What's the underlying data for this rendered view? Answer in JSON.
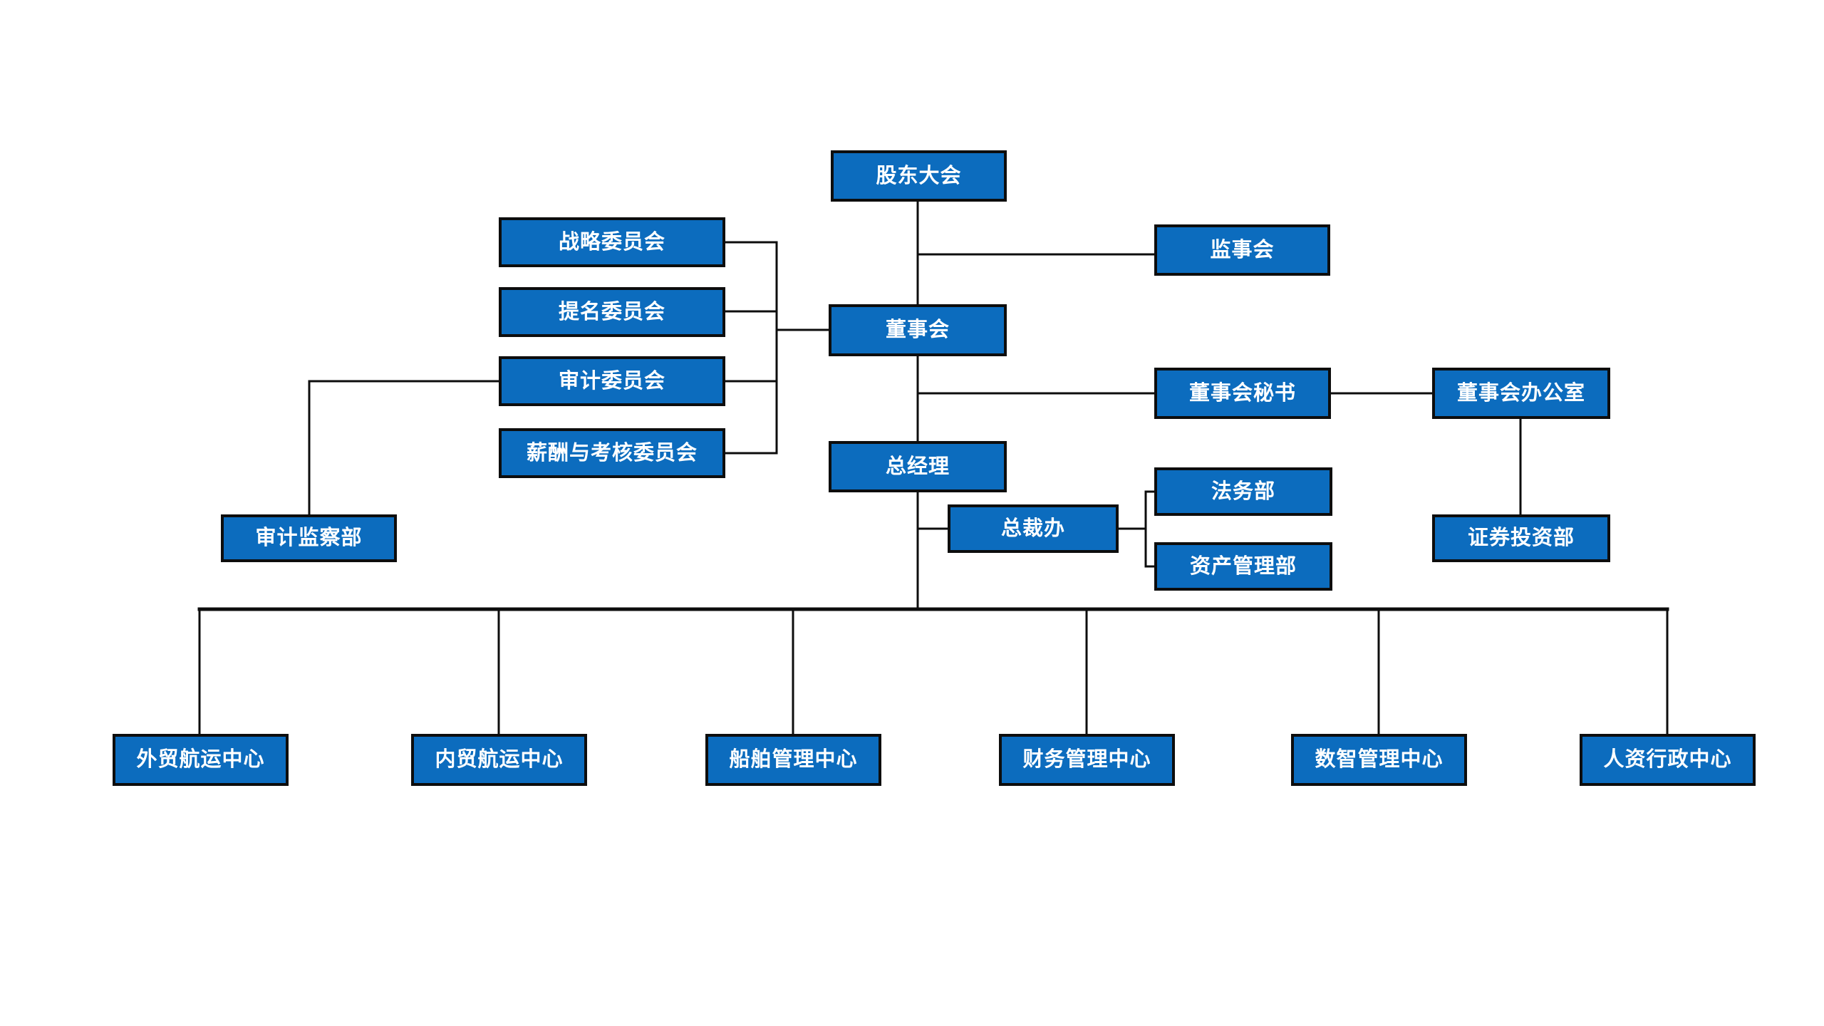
{
  "chart": {
    "type": "org-chart",
    "title": "",
    "background_color": "#ffffff",
    "node_fill_color": "#0c6cbe",
    "node_border_color": "#0d0d0d",
    "node_text_color": "#ffffff",
    "connector_color": "#0d0d0d"
  },
  "nodes": {
    "shareholders_meeting": {
      "label": "股东大会"
    },
    "board_of_supervisors": {
      "label": "监事会"
    },
    "board_of_directors": {
      "label": "董事会"
    },
    "strategy_committee": {
      "label": "战略委员会"
    },
    "nomination_committee": {
      "label": "提名委员会"
    },
    "audit_committee": {
      "label": "审计委员会"
    },
    "remuneration_committee": {
      "label": "薪酬与考核委员会"
    },
    "audit_supervision_dept": {
      "label": "审计监察部"
    },
    "board_secretary": {
      "label": "董事会秘书"
    },
    "board_office": {
      "label": "董事会办公室"
    },
    "securities_investment_dept": {
      "label": "证券投资部"
    },
    "general_manager": {
      "label": "总经理"
    },
    "presidents_office": {
      "label": "总裁办"
    },
    "legal_affairs_dept": {
      "label": "法务部"
    },
    "asset_management_dept": {
      "label": "资产管理部"
    },
    "foreign_trade_shipping_center": {
      "label": "外贸航运中心"
    },
    "domestic_trade_shipping_center": {
      "label": "内贸航运中心"
    },
    "ship_management_center": {
      "label": "船舶管理中心"
    },
    "financial_management_center": {
      "label": "财务管理中心"
    },
    "digital_intelligence_center": {
      "label": "数智管理中心"
    },
    "hr_administration_center": {
      "label": "人资行政中心"
    }
  },
  "relationships": [
    {
      "from": "shareholders_meeting",
      "to": "board_of_supervisors"
    },
    {
      "from": "shareholders_meeting",
      "to": "board_of_directors"
    },
    {
      "from": "board_of_directors",
      "to": "strategy_committee"
    },
    {
      "from": "board_of_directors",
      "to": "nomination_committee"
    },
    {
      "from": "board_of_directors",
      "to": "audit_committee"
    },
    {
      "from": "board_of_directors",
      "to": "remuneration_committee"
    },
    {
      "from": "audit_committee",
      "to": "audit_supervision_dept"
    },
    {
      "from": "board_of_directors",
      "to": "board_secretary"
    },
    {
      "from": "board_secretary",
      "to": "board_office"
    },
    {
      "from": "board_office",
      "to": "securities_investment_dept"
    },
    {
      "from": "board_of_directors",
      "to": "general_manager"
    },
    {
      "from": "general_manager",
      "to": "presidents_office"
    },
    {
      "from": "presidents_office",
      "to": "legal_affairs_dept"
    },
    {
      "from": "presidents_office",
      "to": "asset_management_dept"
    },
    {
      "from": "general_manager",
      "to": "foreign_trade_shipping_center"
    },
    {
      "from": "general_manager",
      "to": "domestic_trade_shipping_center"
    },
    {
      "from": "general_manager",
      "to": "ship_management_center"
    },
    {
      "from": "general_manager",
      "to": "financial_management_center"
    },
    {
      "from": "general_manager",
      "to": "digital_intelligence_center"
    },
    {
      "from": "general_manager",
      "to": "hr_administration_center"
    }
  ]
}
